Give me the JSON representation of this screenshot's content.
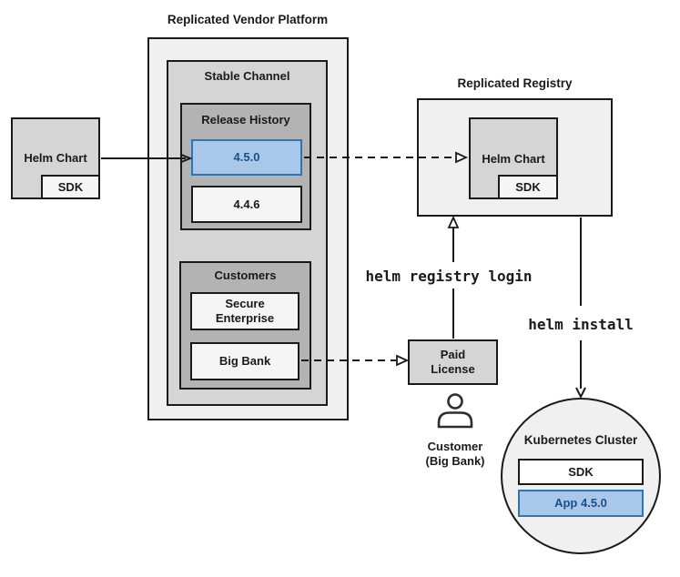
{
  "colors": {
    "blue_fill": "#a9c7e8",
    "blue_border": "#2e75b6",
    "blue_text": "#1a5189",
    "gray_light": "#f0f0f0",
    "gray_medium": "#d5d5d5",
    "gray_dark": "#b3b3b3",
    "gray_box": "#f5f5f5",
    "line": "#1a1a1a"
  },
  "vendor_platform": {
    "title": "Replicated Vendor Platform",
    "stable_channel": {
      "title": "Stable Channel",
      "release_history": {
        "title": "Release History",
        "versions": [
          {
            "label": "4.5.0",
            "highlighted": true
          },
          {
            "label": "4.4.6",
            "highlighted": false
          }
        ]
      },
      "customers": {
        "title": "Customers",
        "items": [
          {
            "label": "Secure\nEnterprise"
          },
          {
            "label": "Big Bank"
          }
        ]
      }
    }
  },
  "helm_chart_source": {
    "label": "Helm Chart",
    "sdk_label": "SDK"
  },
  "registry": {
    "title": "Replicated Registry",
    "helm_chart": {
      "label": "Helm Chart",
      "sdk_label": "SDK"
    }
  },
  "paid_license": {
    "label": "Paid\nLicense"
  },
  "customer": {
    "caption": "Customer\n(Big Bank)"
  },
  "commands": {
    "registry_login": "helm registry login",
    "install": "helm install"
  },
  "cluster": {
    "title": "Kubernetes Cluster",
    "sdk_label": "SDK",
    "app_label": "App 4.5.0"
  }
}
